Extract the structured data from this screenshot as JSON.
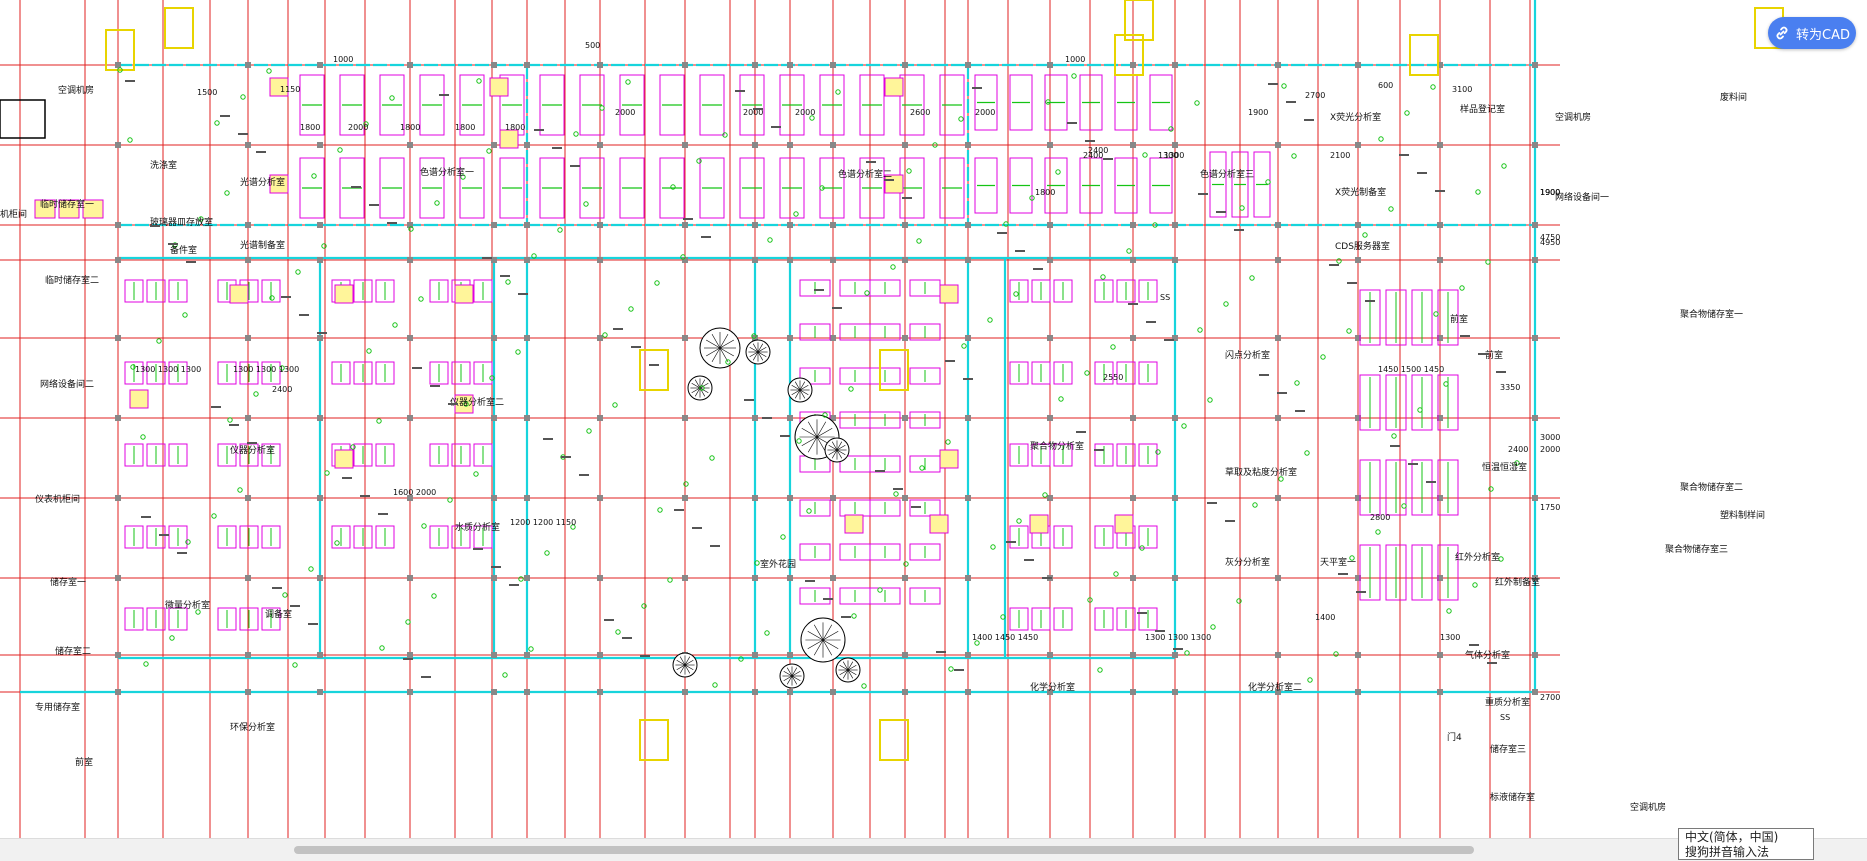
{
  "toolbar": {
    "convert_label": "转为CAD",
    "convert_icon": "link-icon"
  },
  "ime": {
    "line1": "中文(简体，中国)",
    "line2": "搜狗拼音输入法"
  },
  "colors": {
    "grid_red": "#e02020",
    "wall_cyan": "#17d4dc",
    "furniture_magenta": "#e000e0",
    "symbol_green": "#16c316",
    "yellow": "#e8d400",
    "accent_blue": "#4a7ff0"
  },
  "rooms": [
    {
      "label": "空调机房"
    },
    {
      "label": "机柜间"
    },
    {
      "label": "临时储存室一"
    },
    {
      "label": "临时储存室二"
    },
    {
      "label": "洗涤室"
    },
    {
      "label": "玻璃器皿存放室"
    },
    {
      "label": "备件室"
    },
    {
      "label": "光谱分析室"
    },
    {
      "label": "光谱制备室"
    },
    {
      "label": "色谱分析室一"
    },
    {
      "label": "色谱分析室二"
    },
    {
      "label": "色谱分析室三"
    },
    {
      "label": "X荧光分析室"
    },
    {
      "label": "X荧光制备室"
    },
    {
      "label": "CDS服务器室"
    },
    {
      "label": "样品登记室"
    },
    {
      "label": "网络设备间二"
    },
    {
      "label": "仪表机柜间"
    },
    {
      "label": "储存室一"
    },
    {
      "label": "储存室二"
    },
    {
      "label": "专用储存室"
    },
    {
      "label": "仪器分析室"
    },
    {
      "label": "仪器分析室二"
    },
    {
      "label": "水质分析室"
    },
    {
      "label": "微量分析室"
    },
    {
      "label": "调备室"
    },
    {
      "label": "环保分析室"
    },
    {
      "label": "室外花园"
    },
    {
      "label": "聚合物分析室"
    },
    {
      "label": "化学分析室"
    },
    {
      "label": "闪点分析室"
    },
    {
      "label": "草取及粘度分析室"
    },
    {
      "label": "灰分分析室"
    },
    {
      "label": "天平室一"
    },
    {
      "label": "化学分析室二"
    },
    {
      "label": "空调机房"
    },
    {
      "label": "网络设备间一"
    },
    {
      "label": "废料间"
    },
    {
      "label": "前室"
    },
    {
      "label": "恒温恒湿室"
    },
    {
      "label": "聚合物储存室一"
    },
    {
      "label": "聚合物储存室二"
    },
    {
      "label": "聚合物储存室三"
    },
    {
      "label": "塑料制样间"
    },
    {
      "label": "红外分析室"
    },
    {
      "label": "红外制备室"
    },
    {
      "label": "气体分析室"
    },
    {
      "label": "重质分析室"
    },
    {
      "label": "储存室三"
    },
    {
      "label": "标液储存室"
    },
    {
      "label": "空调机房"
    },
    {
      "label": "前室"
    },
    {
      "label": "门4"
    },
    {
      "label": "前室"
    }
  ],
  "dimensions": [
    "1000",
    "500",
    "1500",
    "1150",
    "1800",
    "2000",
    "1800",
    "1800",
    "1800",
    "2000",
    "2000",
    "2000",
    "2600",
    "2000",
    "1000",
    "1300",
    "2700",
    "600",
    "3100",
    "2400",
    "1900",
    "2100",
    "1300",
    "1900",
    "1900",
    "1900",
    "1800",
    "2400",
    "1300 1300 1300",
    "1300 1300 1300",
    "2400",
    "1450 1500 1450",
    "3350",
    "2400",
    "2000",
    "1750",
    "2800",
    "1400",
    "1300",
    "1400 1450 1450",
    "1300 1300 1300",
    "1200 1200 1150",
    "1600 2000",
    "4750",
    "4950",
    "3000",
    "2700",
    "2550",
    "SS",
    "SS"
  ]
}
